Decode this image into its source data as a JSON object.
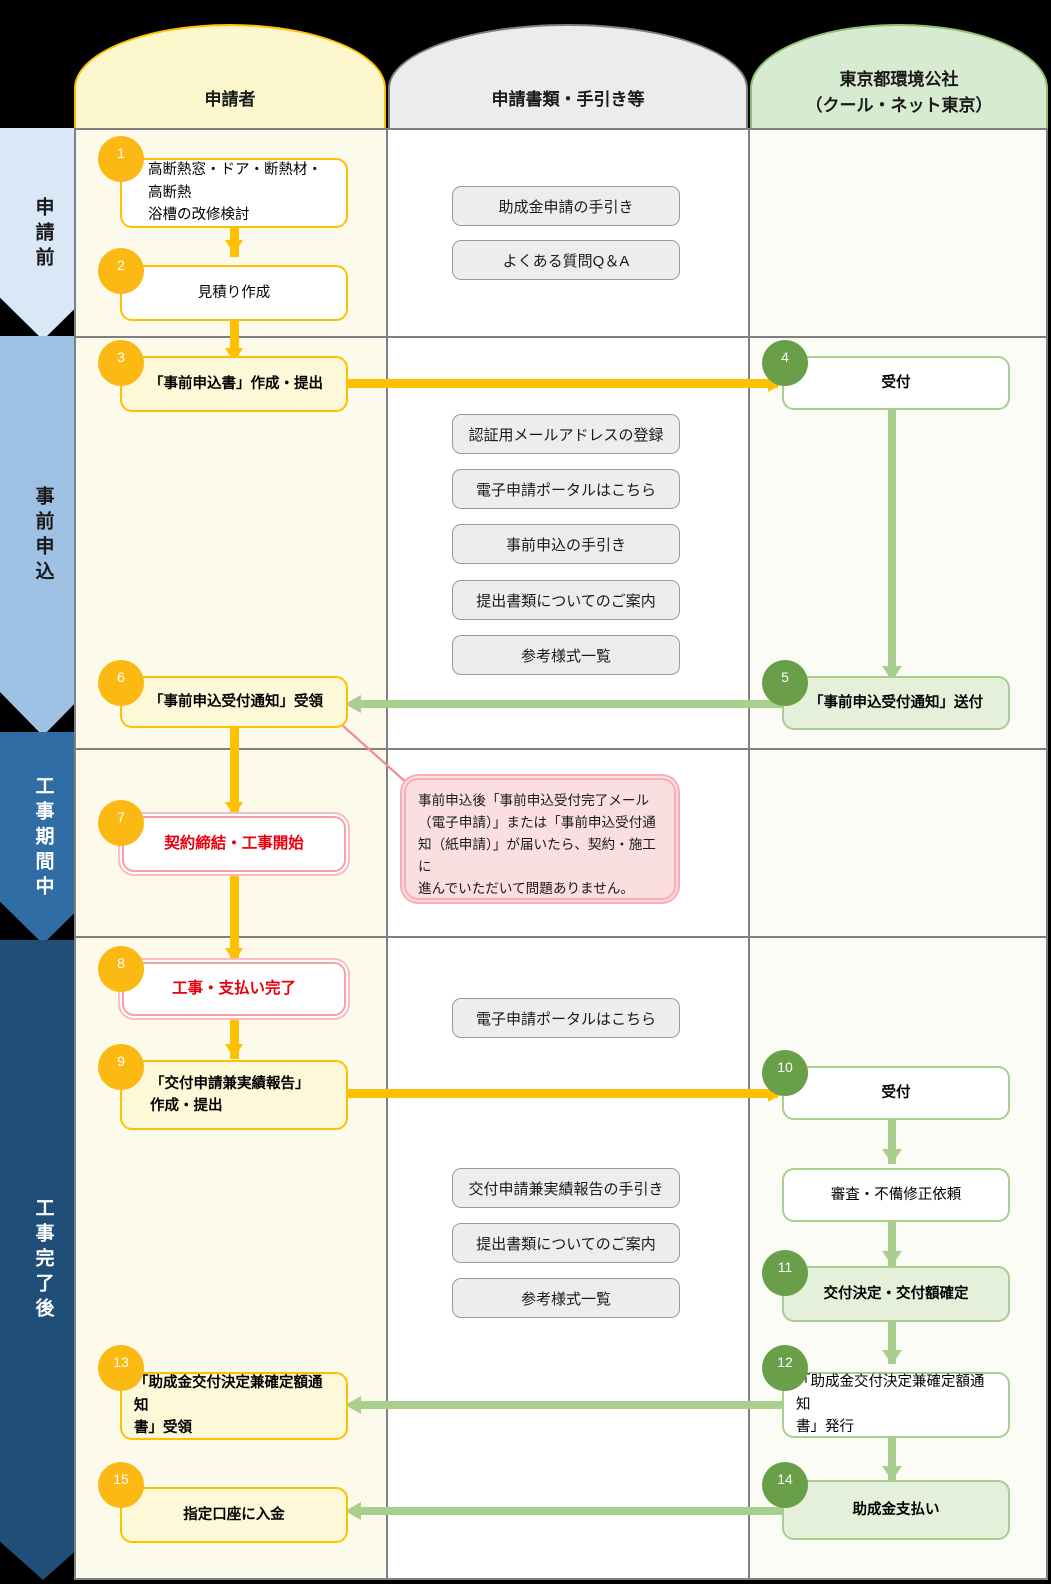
{
  "phases": [
    {
      "label": "申請前",
      "color": "#d9e7f7"
    },
    {
      "label": "事前申込",
      "color": "#9ec1e4"
    },
    {
      "label": "工事期間中",
      "color": "#2f6da4"
    },
    {
      "label": "工事完了後",
      "color": "#1f4e79"
    }
  ],
  "columns": [
    {
      "title": "申請者",
      "title2": "",
      "head_bg": "#fcf7cd",
      "head_border": "#ffc000",
      "body_bg": "#fcfbeb"
    },
    {
      "title": "申請書類・手引き等",
      "title2": "",
      "head_bg": "#ececec",
      "head_border": "#808080",
      "body_bg": "#ffffff"
    },
    {
      "title": "東京都環境公社",
      "title2": "（クール・ネット東京）",
      "head_bg": "#d7ebd0",
      "head_border": "#8fbf72",
      "body_bg": "#fcfcf7"
    }
  ],
  "steps": {
    "s1": {
      "num": "1",
      "text1": "高断熱窓・ドア・断熱材・高断熱",
      "text2": "浴槽の改修検討"
    },
    "s2": {
      "num": "2",
      "text1": "見積り作成"
    },
    "s3": {
      "num": "3",
      "text1": "「事前申込書」作成・提出"
    },
    "s4": {
      "num": "4",
      "text1": "受付"
    },
    "s5": {
      "num": "5",
      "text1": "「事前申込受付通知」送付"
    },
    "s6": {
      "num": "6",
      "text1": "「事前申込受付通知」受領"
    },
    "s7": {
      "num": "7",
      "text1": "契約締結・工事開始"
    },
    "s8": {
      "num": "8",
      "text1": "工事・支払い完了"
    },
    "s9": {
      "num": "9",
      "text1": "「交付申請兼実績報告」",
      "text2": "作成・提出"
    },
    "s10": {
      "num": "10",
      "text1": "受付"
    },
    "s11": {
      "num": "11",
      "text1": "交付決定・交付額確定"
    },
    "s12": {
      "num": "12",
      "text1": "「助成金交付決定兼確定額通知",
      "text2": "書」発行"
    },
    "s13": {
      "num": "13",
      "text1": "「助成金交付決定兼確定額通知",
      "text2": "書」受領"
    },
    "s14": {
      "num": "14",
      "text1": "助成金支払い"
    },
    "s15": {
      "num": "15",
      "text1": "指定口座に入金"
    },
    "review": {
      "text1": "審査・不備修正依頼"
    }
  },
  "docs": [
    {
      "id": "d1",
      "label": "助成金申請の手引き"
    },
    {
      "id": "d2",
      "label": "よくある質問Q＆A"
    },
    {
      "id": "d3",
      "label": "認証用メールアドレスの登録"
    },
    {
      "id": "d4",
      "label": "電子申請ポータルはこちら"
    },
    {
      "id": "d5",
      "label": "事前申込の手引き"
    },
    {
      "id": "d6",
      "label": "提出書類についてのご案内"
    },
    {
      "id": "d7",
      "label": "参考様式一覧"
    },
    {
      "id": "d8",
      "label": "電子申請ポータルはこちら"
    },
    {
      "id": "d9",
      "label": "交付申請兼実績報告の手引き"
    },
    {
      "id": "d10",
      "label": "提出書類についてのご案内"
    },
    {
      "id": "d11",
      "label": "参考様式一覧"
    }
  ],
  "note": {
    "line1": "事前申込後「事前申込受付完了メール",
    "line2": "（電子申請）」または「事前申込受付通",
    "line3": "知（紙申請）」が届いたら、契約・施工に",
    "line4": "進んでいただいて問題ありません。"
  },
  "colors": {
    "yellow_flow": "#ffc000",
    "green_flow": "#a9cf8f",
    "badge_orange": "#fcb913",
    "badge_green": "#6a9f4a",
    "note_pink": "#f7aeb5",
    "alert_red": "#e8000d"
  }
}
